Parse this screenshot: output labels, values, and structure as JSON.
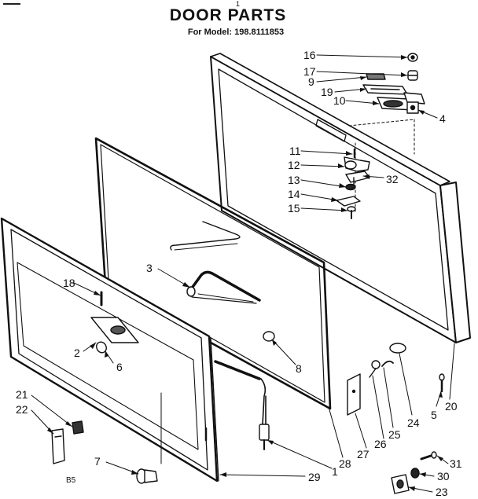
{
  "header": {
    "title": "DOOR PARTS",
    "subtitle": "For Model: 198.8111853",
    "page_number": "1"
  },
  "footer": {
    "code": "B5"
  },
  "callouts": [
    {
      "id": "c16",
      "label": "16"
    },
    {
      "id": "c17",
      "label": "17"
    },
    {
      "id": "c9",
      "label": "9"
    },
    {
      "id": "c19",
      "label": "19"
    },
    {
      "id": "c10",
      "label": "10"
    },
    {
      "id": "c4",
      "label": "4"
    },
    {
      "id": "c11",
      "label": "11"
    },
    {
      "id": "c12",
      "label": "12"
    },
    {
      "id": "c32",
      "label": "32"
    },
    {
      "id": "c13",
      "label": "13"
    },
    {
      "id": "c14",
      "label": "14"
    },
    {
      "id": "c15",
      "label": "15"
    },
    {
      "id": "c3",
      "label": "3"
    },
    {
      "id": "c18",
      "label": "18"
    },
    {
      "id": "c2",
      "label": "2"
    },
    {
      "id": "c6",
      "label": "6"
    },
    {
      "id": "c8",
      "label": "8"
    },
    {
      "id": "c5",
      "label": "5"
    },
    {
      "id": "c20",
      "label": "20"
    },
    {
      "id": "c24",
      "label": "24"
    },
    {
      "id": "c25",
      "label": "25"
    },
    {
      "id": "c26",
      "label": "26"
    },
    {
      "id": "c27",
      "label": "27"
    },
    {
      "id": "c28",
      "label": "28"
    },
    {
      "id": "c21",
      "label": "21"
    },
    {
      "id": "c22",
      "label": "22"
    },
    {
      "id": "c7",
      "label": "7"
    },
    {
      "id": "c29",
      "label": "29"
    },
    {
      "id": "c1",
      "label": "1"
    },
    {
      "id": "c31",
      "label": "31"
    },
    {
      "id": "c30",
      "label": "30"
    },
    {
      "id": "c23",
      "label": "23"
    }
  ]
}
